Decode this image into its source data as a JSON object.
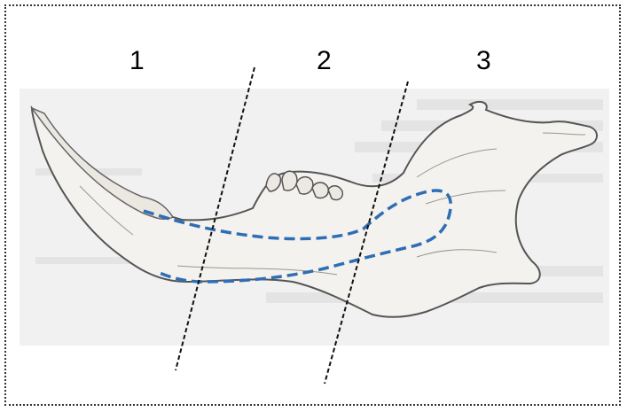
{
  "figure": {
    "region_labels": [
      "1",
      "2",
      "3"
    ],
    "colors": {
      "frame": "#333333",
      "bone_outline": "#555555",
      "bone_fill": "#f4f2ee",
      "background_scan": "#f1f1f1",
      "canal_outline": "#2f6db5",
      "divider_lines": "#111111"
    }
  }
}
